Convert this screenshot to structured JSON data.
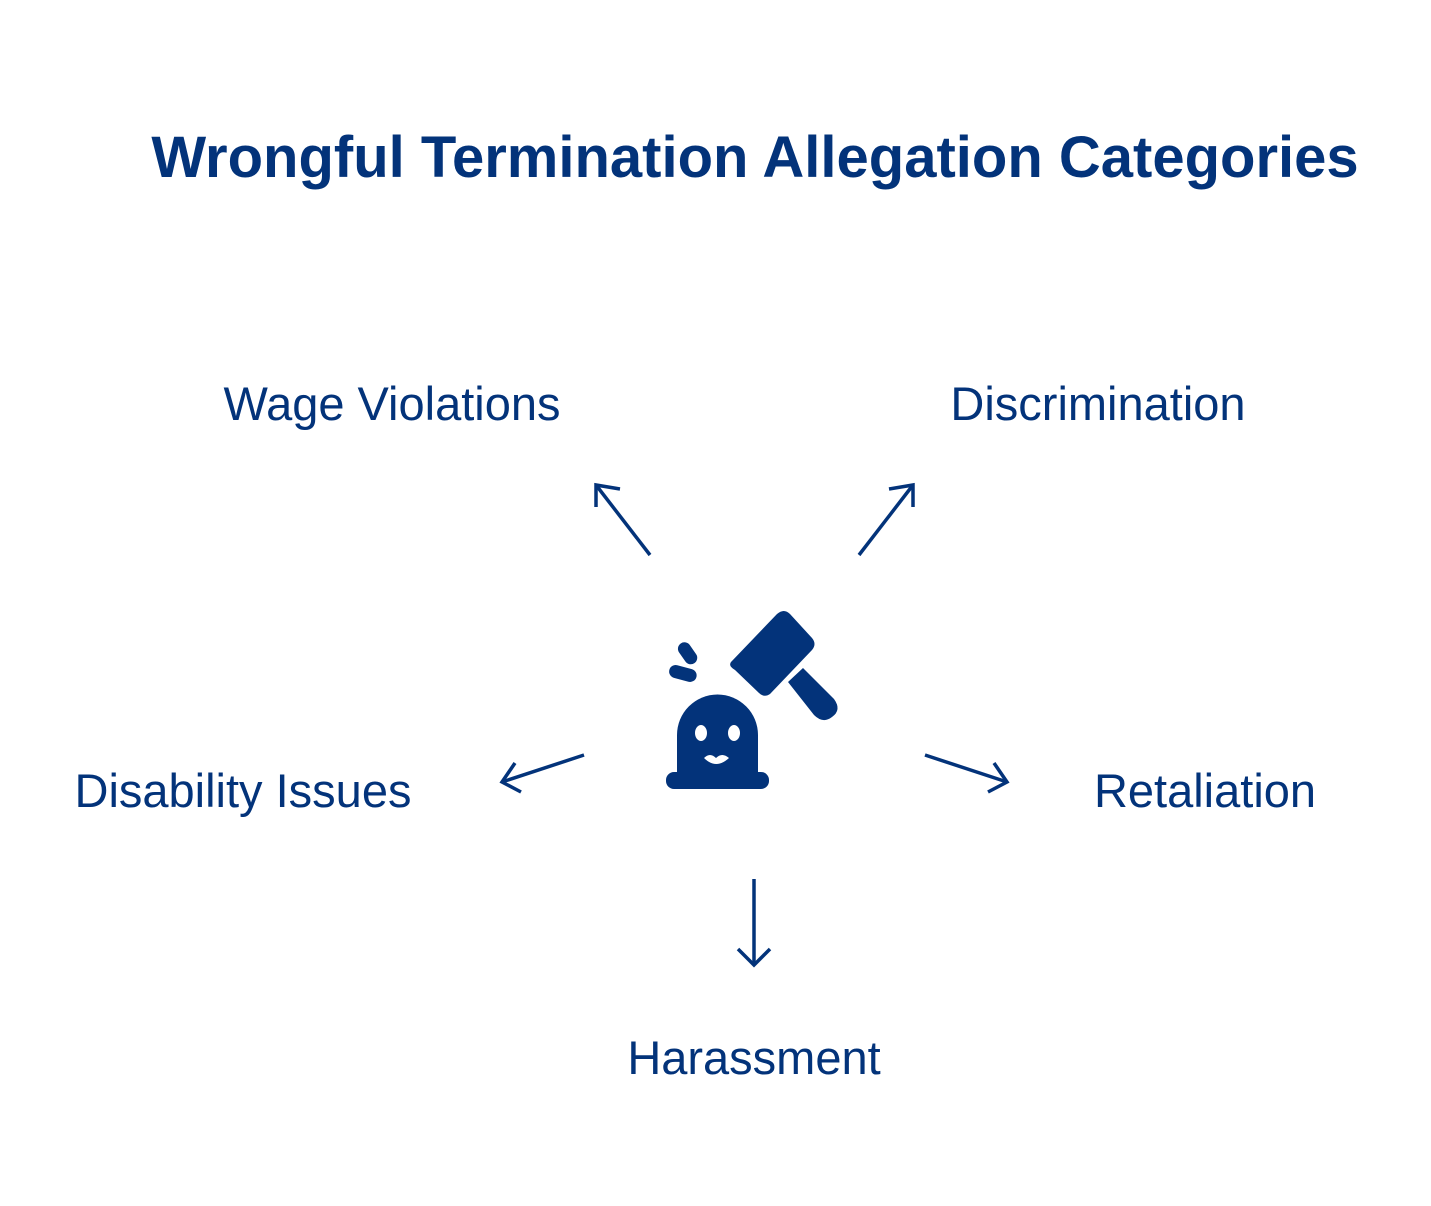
{
  "title": "Wrongful Termination Allegation Categories",
  "center_icon": "gavel-hitting-person-icon",
  "categories": [
    {
      "label": "Wage Violations",
      "direction": "up-left"
    },
    {
      "label": "Discrimination",
      "direction": "up-right"
    },
    {
      "label": "Disability Issues",
      "direction": "left"
    },
    {
      "label": "Retaliation",
      "direction": "right"
    },
    {
      "label": "Harassment",
      "direction": "down"
    }
  ],
  "colors": {
    "primary": "#03337a",
    "background": "#ffffff"
  }
}
